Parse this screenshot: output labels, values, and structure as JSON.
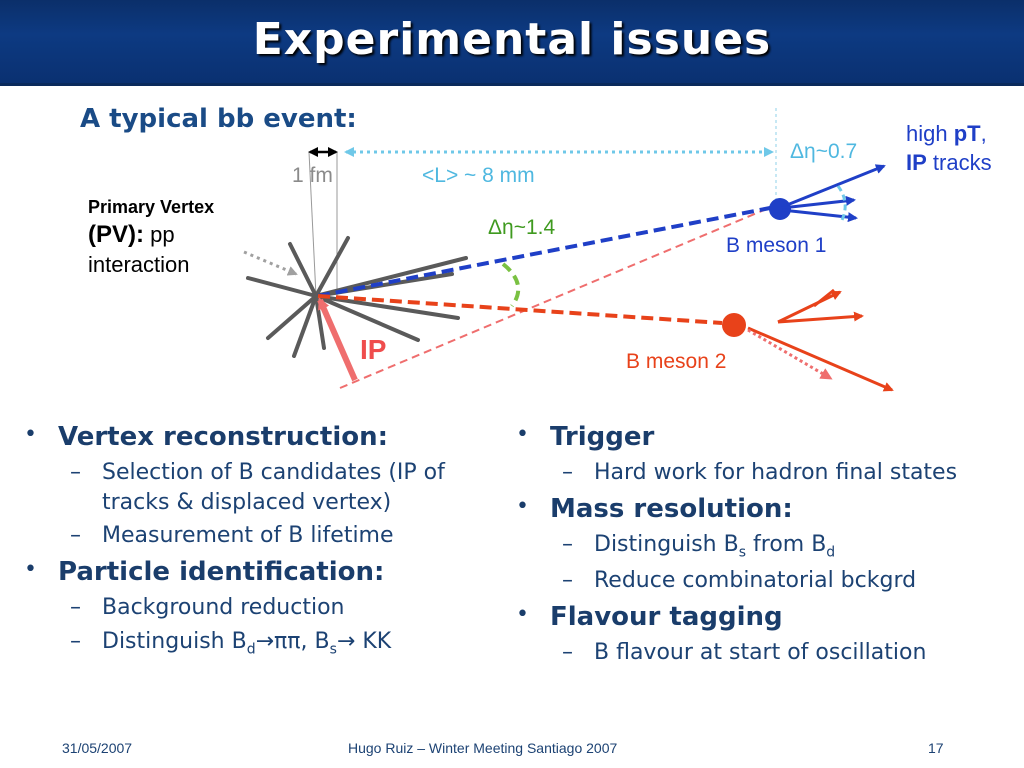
{
  "slide": {
    "title": "Experimental issues",
    "subtitle": "A typical bb event:"
  },
  "diagram": {
    "pv_line1": "Primary Vertex",
    "pv_line2_bold": "(PV):",
    "pv_line2_rest": " pp",
    "pv_line3": "interaction",
    "fm_label": "1 fm",
    "L_label": "<L> ~ 8 mm",
    "deta1": "Δη~1.4",
    "deta2": "Δη~0.7",
    "high_pt_line1_a": "high ",
    "high_pt_line1_b": "pT",
    "high_pt_line1_c": ",",
    "high_pt_line2_a": "IP",
    "high_pt_line2_b": " tracks",
    "b_meson_1": "B meson 1",
    "b_meson_2": "B meson 2",
    "ip_label": "IP",
    "colors": {
      "blue_track": "#1f3fc7",
      "red_track": "#e8421a",
      "pink": "#ef6e6e",
      "green": "#7ac142",
      "cyan": "#6fc8e8",
      "gray": "#5a5a5a"
    }
  },
  "left_col": {
    "b1": "Vertex reconstruction:",
    "b1_s1": "Selection of B candidates (IP of tracks & displaced vertex)",
    "b1_s2": "Measurement of B lifetime",
    "b2": "Particle identification:",
    "b2_s1": "Background reduction",
    "b2_s2_a": "Distinguish B",
    "b2_s2_sub1": "d",
    "b2_s2_b": "→ππ, B",
    "b2_s2_sub2": "s",
    "b2_s2_c": "→ KK"
  },
  "right_col": {
    "b1": "Trigger",
    "b1_s1": "Hard work for hadron final states",
    "b2": "Mass resolution:",
    "b2_s1_a": "Distinguish B",
    "b2_s1_sub1": "s",
    "b2_s1_b": " from B",
    "b2_s1_sub2": "d",
    "b2_s2": "Reduce combinatorial bckgrd",
    "b3": "Flavour tagging",
    "b3_s1": "B flavour at start of oscillation"
  },
  "footer": {
    "date": "31/05/2007",
    "center": "Hugo Ruiz – Winter Meeting Santiago 2007",
    "page": "17"
  }
}
